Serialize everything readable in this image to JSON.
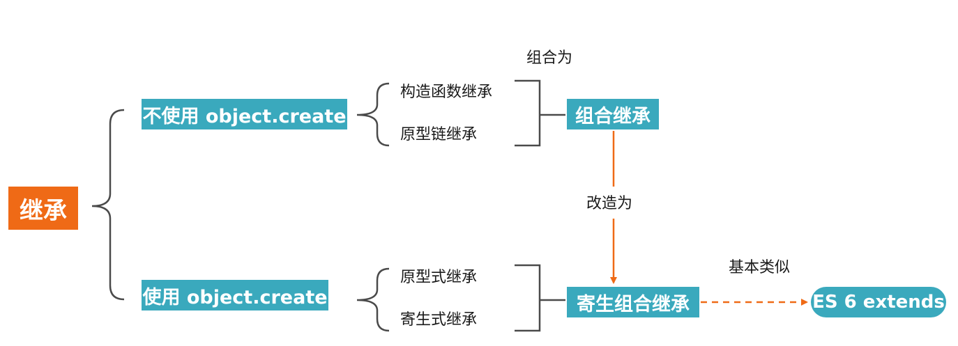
{
  "nodes": {
    "root": {
      "label": "继承"
    },
    "without_object_create": {
      "label": "不使用 object.create"
    },
    "with_object_create": {
      "label": "使用 object.create"
    },
    "constructor_inheritance": {
      "label": "构造函数继承"
    },
    "prototype_chain_inheritance": {
      "label": "原型链继承"
    },
    "prototypal_inheritance": {
      "label": "原型式继承"
    },
    "parasitic_inheritance": {
      "label": "寄生式继承"
    },
    "combination_inheritance": {
      "label": "组合继承"
    },
    "parasitic_combination_inheritance": {
      "label": "寄生组合继承"
    },
    "es6_extends": {
      "label": "ES 6 extends"
    }
  },
  "edges": {
    "combine_as": {
      "label": "组合为"
    },
    "modify_as": {
      "label": "改造为"
    },
    "basically_similar": {
      "label": "基本类似"
    }
  },
  "colors": {
    "root_box": "#ef6a16",
    "node_box": "#3aa9bd",
    "arrow": "#ef6a16",
    "bracket": "#4a4a4a",
    "text": "#1a1a1a"
  }
}
